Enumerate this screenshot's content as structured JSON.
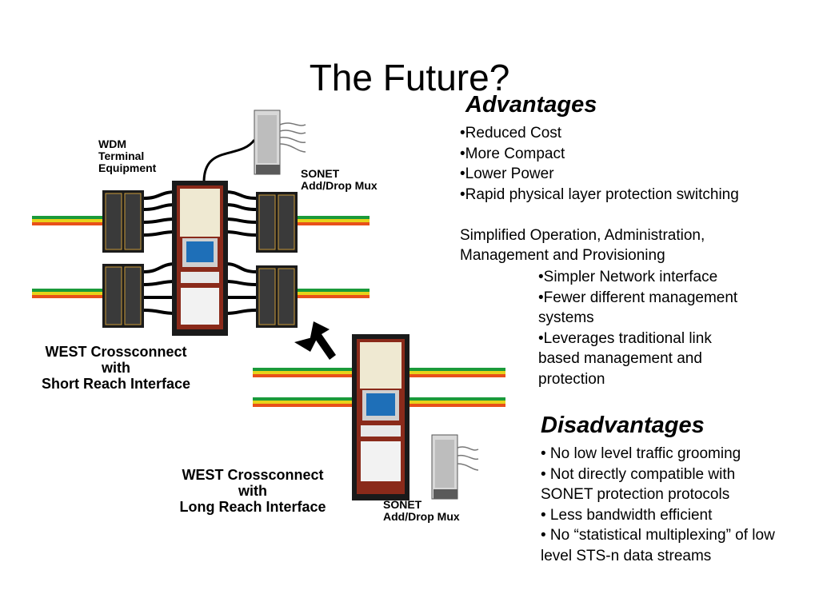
{
  "title": "The Future?",
  "advantages": {
    "heading": "Advantages",
    "items": [
      "•Reduced Cost",
      "•More Compact",
      "•Lower Power",
      "•Rapid physical layer protection switching"
    ],
    "sub_heading_1": "Simplified Operation, Administration,",
    "sub_heading_2": "Management and Provisioning",
    "sub_items": [
      "•Simpler Network interface",
      "•Fewer different management systems",
      "•Leverages traditional link based management and protection"
    ]
  },
  "disadvantages": {
    "heading": "Disadvantages",
    "items": [
      "• No low level traffic grooming",
      "• Not directly compatible with SONET protection protocols",
      "• Less bandwidth efficient",
      "• No “statistical multiplexing” of low level STS-n data streams"
    ]
  },
  "diagram": {
    "wdm_label": [
      "WDM",
      "Terminal",
      "Equipment"
    ],
    "sonet_top_label": [
      "SONET",
      "Add/Drop Mux"
    ],
    "west_short_label": [
      "WEST Crossconnect",
      "with",
      "Short Reach Interface"
    ],
    "west_long_label": [
      "WEST Crossconnect",
      "with",
      "Long Reach Interface"
    ],
    "sonet_bottom_label": [
      "SONET",
      "Add/Drop Mux"
    ],
    "fiber_colors": [
      "#1a9a3a",
      "#e8d21a",
      "#e8501a"
    ]
  }
}
